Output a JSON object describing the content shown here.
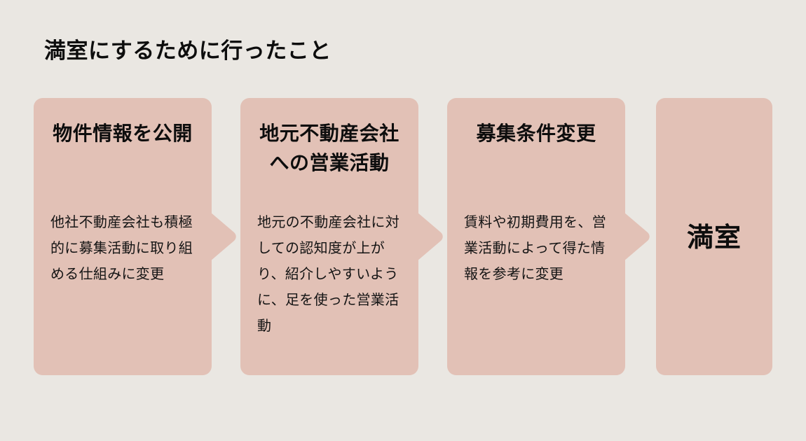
{
  "slide": {
    "title": "満室にするために行ったこと",
    "background_color": "#eae7e2",
    "card_color": "#e2c1b6",
    "text_color": "#0d0d0d"
  },
  "flow": {
    "steps": [
      {
        "title": "物件情報を公開",
        "body": "他社不動産会社も積極的に募集活動に取り組める仕組みに変更"
      },
      {
        "title": "地元不動産会社\nへの営業活動",
        "body": "地元の不動産会社に対しての認知度が上がり、紹介しやすいように、足を使った営業活動"
      },
      {
        "title": "募集条件変更",
        "body": "賃料や初期費用を、営業活動によって得た情報を参考に変更"
      }
    ],
    "result": {
      "label": "満室"
    },
    "connectors": [
      {
        "icon": "chevron-right-icon"
      },
      {
        "icon": "chevron-right-icon"
      },
      {
        "icon": "chevron-right-icon"
      }
    ]
  }
}
